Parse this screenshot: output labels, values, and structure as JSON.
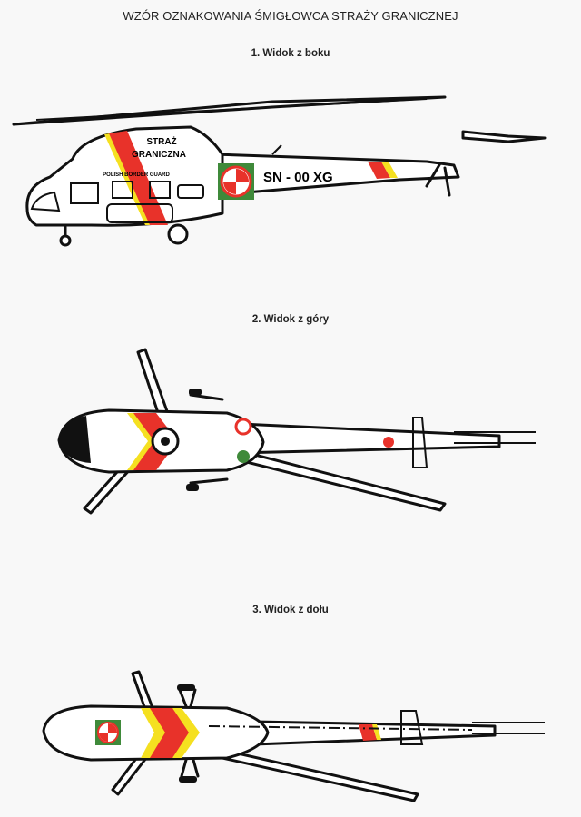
{
  "document": {
    "title": "WZÓR OZNAKOWANIA ŚMIGŁOWCA STRAŻY GRANICZNEJ",
    "views": [
      {
        "heading": "1. Widok z boku"
      },
      {
        "heading": "2. Widok z góry"
      },
      {
        "heading": "3. Widok z dołu"
      }
    ]
  },
  "markings": {
    "service_name_line1": "STRAŻ",
    "service_name_line2": "GRANICZNA",
    "service_name_english": "POLISH BORDER GUARD",
    "registration": "SN - 00 XG"
  },
  "colors": {
    "stripe_red": "#e8322a",
    "stripe_yellow": "#f5e020",
    "checker_green": "#3f8a3a",
    "line": "#111111"
  }
}
